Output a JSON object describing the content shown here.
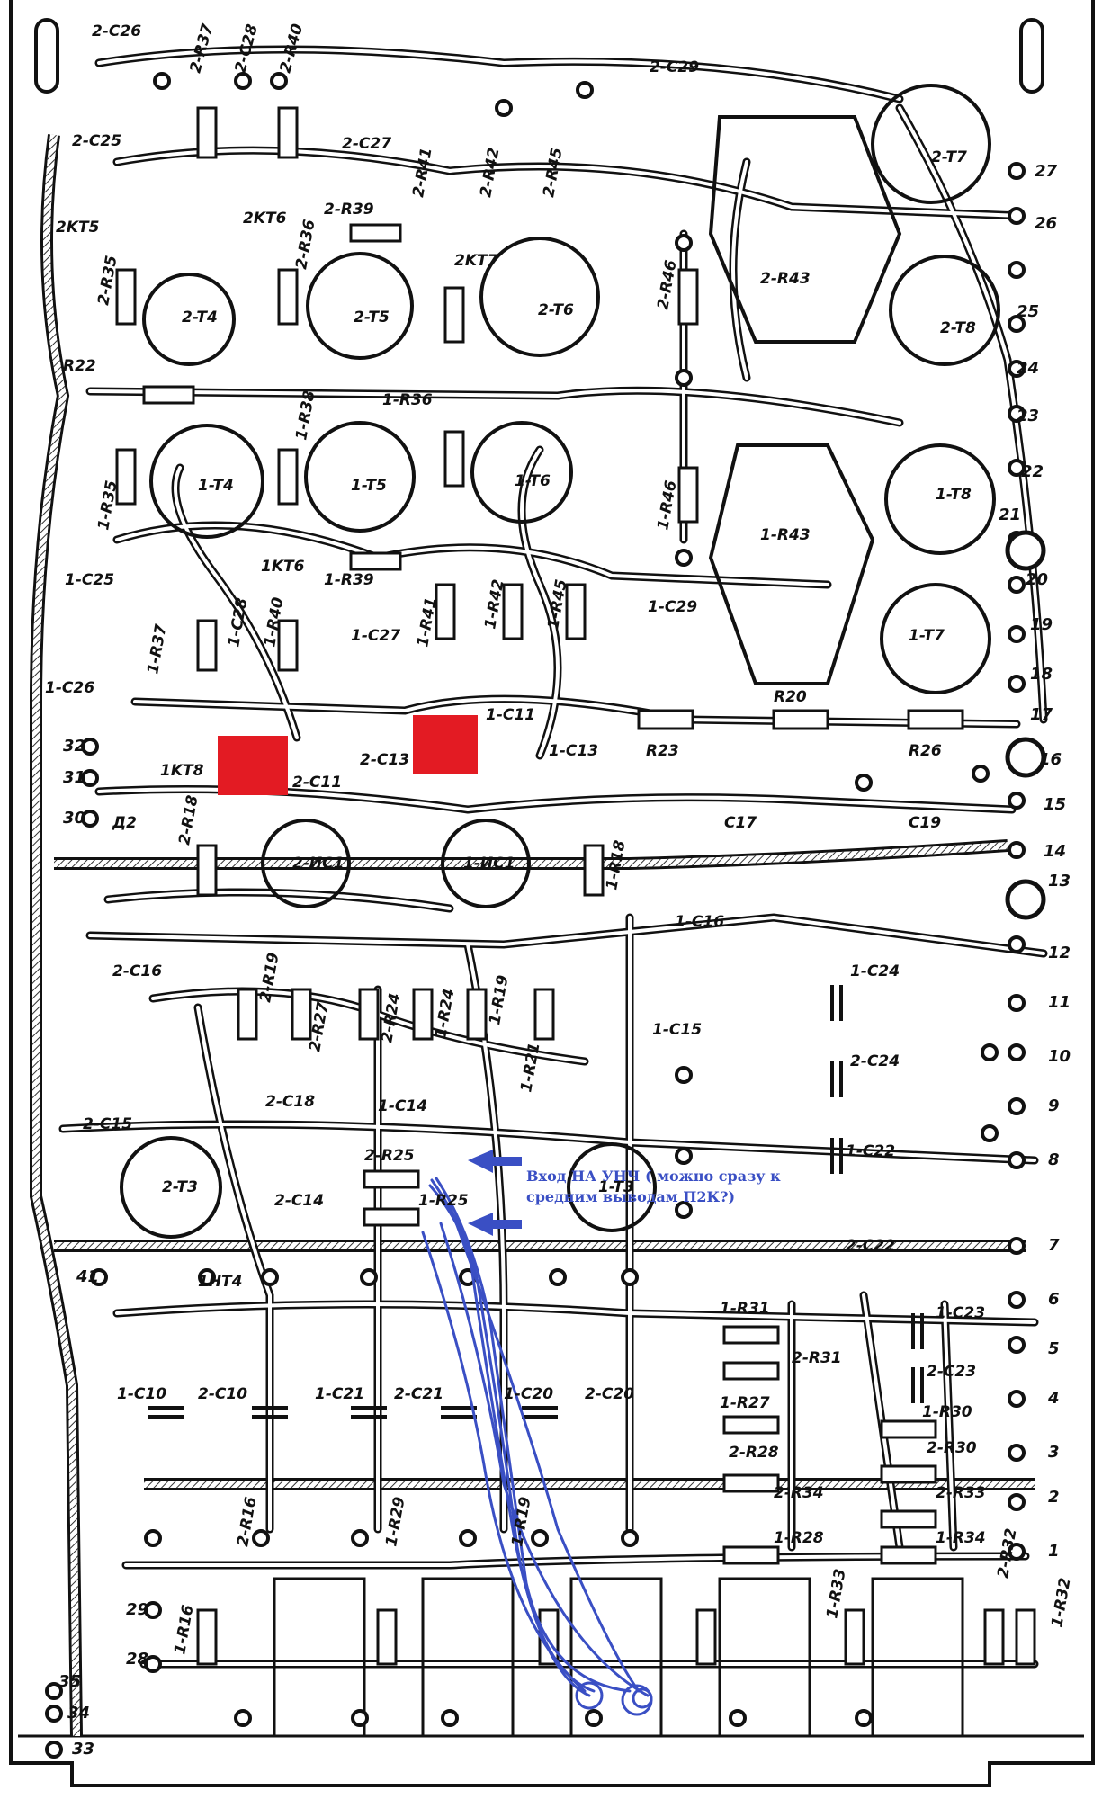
{
  "title_labels": [
    "2-C26",
    "2-R37",
    "2-C28",
    "2-R40",
    "2-C29",
    "2-C25",
    "2-C27",
    "2-R41",
    "2-R42",
    "2-R45",
    "2-T7",
    "2KT5",
    "2KT6",
    "2-R39",
    "2-R36",
    "2KT7",
    "2-R35",
    "2-T4",
    "2-T5",
    "2-T6",
    "2-R46",
    "2-R43",
    "2-T8",
    "R22",
    "1-R36",
    "1-R38",
    "1-R35",
    "1-T4",
    "1-T5",
    "1-T6",
    "1-R46",
    "1-R43",
    "1-T8",
    "1-C25",
    "1KT6",
    "1-R39",
    "1-C28",
    "1-R40",
    "1-C27",
    "1-R41",
    "1-R42",
    "1-R45",
    "1-C29",
    "1-T7",
    "1-C26",
    "1-R37",
    "1-C11",
    "R20",
    "R23",
    "R26",
    "1KT8",
    "2-C13",
    "2-C11",
    "1-C13",
    "Д2",
    "2-ИС1",
    "1-ИС1",
    "1-R18",
    "2-R18",
    "C17",
    "C19",
    "1-C16",
    "2-C16",
    "2-R19",
    "2-R27",
    "2-R24",
    "1-R24",
    "1-R19",
    "1-R21",
    "1-C15",
    "1-C24",
    "2-C24",
    "2-C15",
    "2-C18",
    "1-C14",
    "2-R25",
    "1-R25",
    "2-C14",
    "1-C22",
    "2-T3",
    "1-T3",
    "1HT4",
    "2-C22",
    "1-R31",
    "2-R31",
    "1-C23",
    "2-C23",
    "1-R27",
    "1-R30",
    "1-C10",
    "2-C10",
    "1-C21",
    "2-C21",
    "1-C20",
    "2-C20",
    "2-R28",
    "2-R30",
    "2-R34",
    "2-R33",
    "1-R28",
    "1-R34",
    "1-R29",
    "1-R16",
    "2-R16",
    "1-R33",
    "2-R32",
    "1-R32",
    "1-R19"
  ],
  "pin_numbers": [
    "27",
    "26",
    "25",
    "24",
    "23",
    "22",
    "21",
    "20",
    "19",
    "18",
    "17",
    "16",
    "15",
    "14",
    "13",
    "12",
    "11",
    "10",
    "9",
    "8",
    "7",
    "6",
    "5",
    "4",
    "3",
    "2",
    "1",
    "32",
    "31",
    "30",
    "41",
    "29",
    "28",
    "35",
    "34",
    "33"
  ],
  "annotation": {
    "text": "Вход НА УНЧ ( можно сразу к средним выводам П2К?)",
    "color": "#3a4fc4"
  },
  "markers": {
    "color": "#e31b23",
    "count": 2
  },
  "colors": {
    "trace": "#111111",
    "hatch": "#666666",
    "board": "#ffffff",
    "wire": "#3a4fc4"
  }
}
